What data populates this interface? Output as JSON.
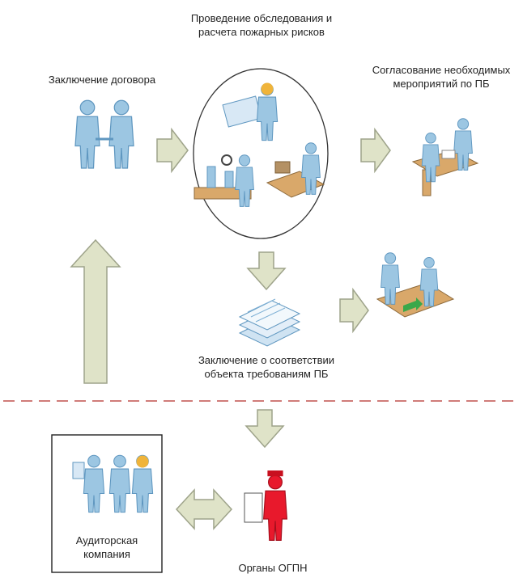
{
  "labels": {
    "survey": [
      "Проведение обследования и",
      "расчета пожарных рисков"
    ],
    "contract": [
      "Заключение договора"
    ],
    "agreement": [
      "Согласование необходимых",
      "мероприятий по ПБ"
    ],
    "conclusion": [
      "Заключение о соответствии",
      "объекта требованиям ПБ"
    ],
    "audit_company": [
      "Аудиторская",
      "компания"
    ],
    "ogpn": [
      "Органы ОГПН"
    ]
  },
  "colors": {
    "person_blue": "#9cc6e2",
    "person_blue_dark": "#5f97c0",
    "person_red": "#e8192c",
    "hard_hat": "#f0b43a",
    "arrow_fill": "#dfe3c8",
    "arrow_stroke": "#9ea38a",
    "dashed_line": "#c0504d",
    "desk": "#d9a86a"
  }
}
